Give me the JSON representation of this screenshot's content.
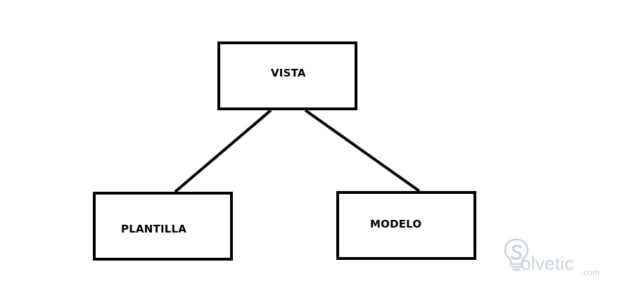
{
  "diagram": {
    "nodes": {
      "vista": {
        "label": "VISTA"
      },
      "plantilla": {
        "label": "PLANTILLA"
      },
      "modelo": {
        "label": "MODELO"
      }
    },
    "edges": [
      {
        "from": "vista",
        "to": "plantilla"
      },
      {
        "from": "vista",
        "to": "modelo"
      }
    ]
  },
  "watermark": {
    "brand": "olvetic",
    "suffix": ".com",
    "color": "#c9d3dc"
  },
  "colors": {
    "stroke": "#000000",
    "background": "#ffffff"
  }
}
